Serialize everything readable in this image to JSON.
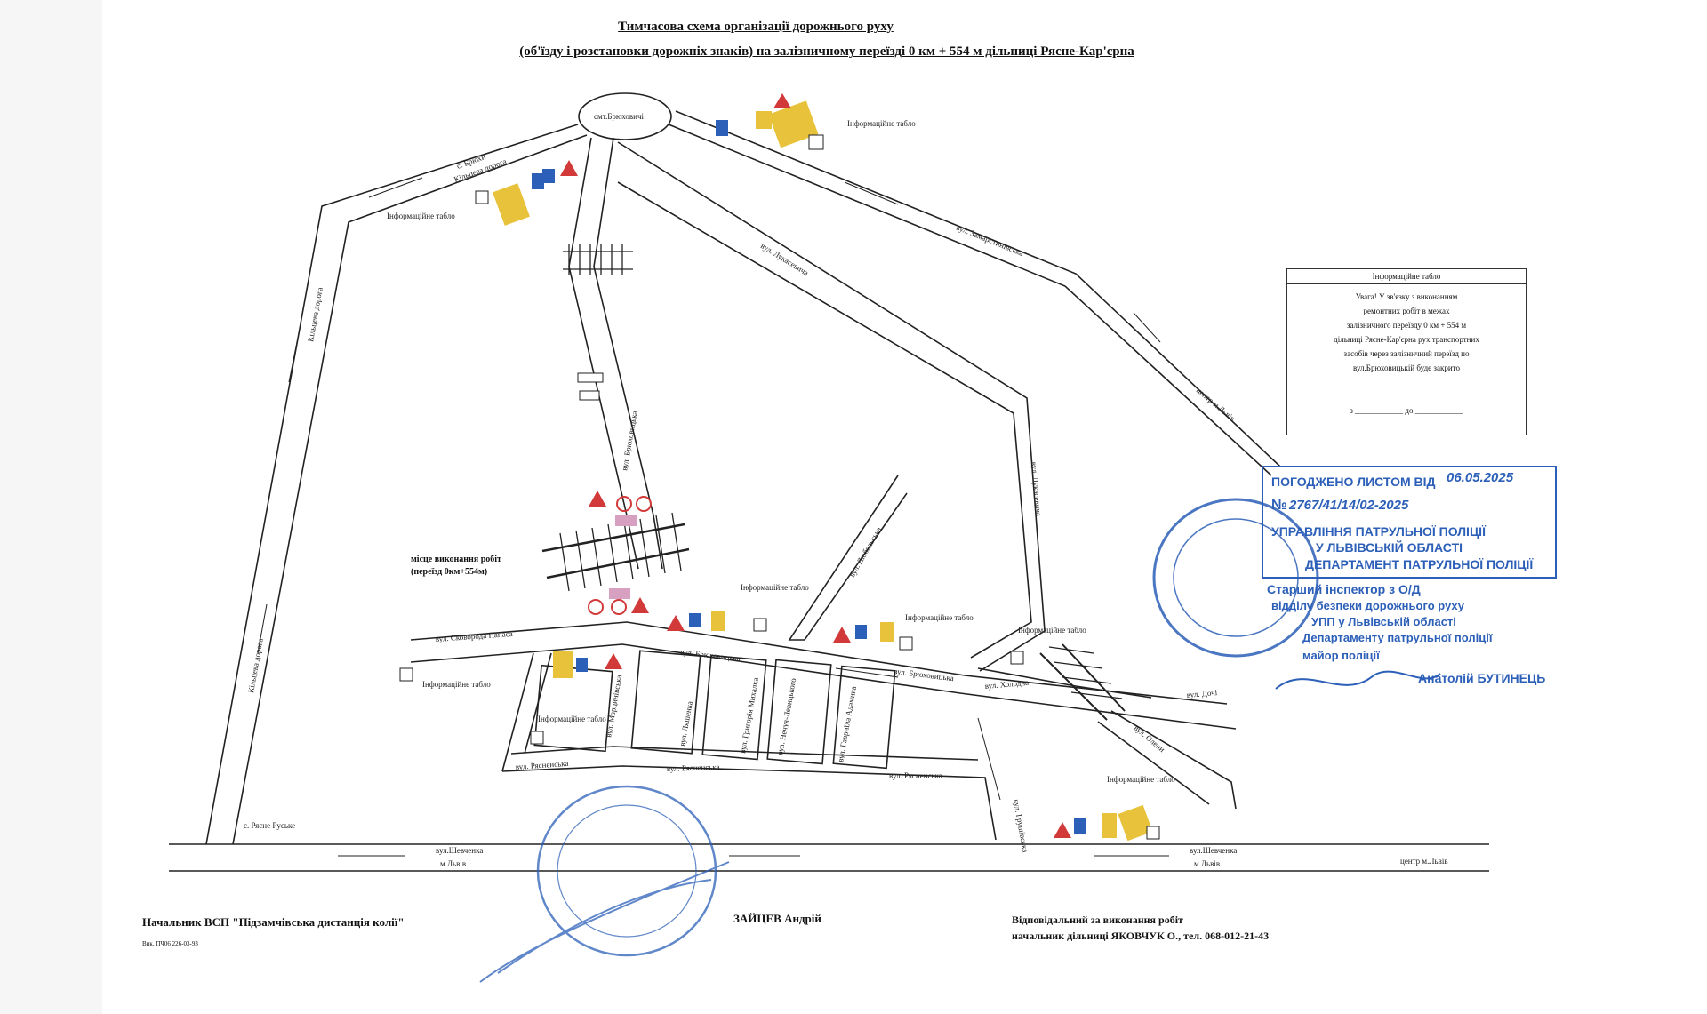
{
  "title": {
    "line1": "Тимчасова схема організації дорожнього руху",
    "line2": "(об'їзду і розстановки дорожніх знаків) на залізничному переїзді 0 км + 554 м дільниці Рясне-Кар'єрна"
  },
  "places": {
    "smt": "смт.Брюховичі",
    "village": "с. Рясне Руське",
    "center_lviv": "центр м.Львів",
    "workplace": "місце виконання робіт",
    "workplace_sub": "(переїзд 0км+554м)",
    "info_board": "Інформаційне табло"
  },
  "streets": {
    "kilceva_a": "Кільцева дорога",
    "kilceva_b": "Кільцева дорога",
    "kilceva_c": "Кільцева дорога",
    "krasne": "с. Брюхи",
    "zamarstynivska": "вул. Замарстинівська",
    "lukasevycha": "вул. Лукасевича",
    "briukhovytska_v": "вул. Брюховицька",
    "lukasevycha_2": "вул. Лукасевича",
    "liubelska": "вул. Любельська",
    "skovoroda": "вул. Сковорода Панаса",
    "briukh_h1": "вул. Брюховицька",
    "briukh_h2": "вул. Брюховицька",
    "kholodna": "вул. Холодна",
    "dochi": "вул. Дочі",
    "marynovska": "вул. Марцинівська",
    "lyashenka": "вул. Ляшенка",
    "hrytsaia": "вул. Григорія Михалка",
    "nechuia": "вул. Нечуя-Левицького",
    "hladkoho": "вул. Гавриїла Адамика",
    "riasnenska_1": "вул. Рясненська",
    "riasnenska_2": "вул. Рясненська",
    "riasnenska_3": "вул. Рясненська",
    "hrushivska": "вул. Грушівська",
    "oleny": "вул. Олени",
    "shevchenka_1": "вул.Шевченка",
    "shevchenka_1b": "м.Львів",
    "shevchenka_2": "вул.Шевченка",
    "shevchenka_2b": "м.Львів"
  },
  "info_box": {
    "title": "Інформаційне табло",
    "text": [
      "Увага! У зв'язку з виконанням",
      "ремонтних робіт в межах",
      "залізничного переїзду 0 км + 554 м",
      "дільниці Рясне-Кар'єрна рух транспортних",
      "засобів через залізничний переїзд по",
      "вул.Брюховицькій буде закрито"
    ],
    "from": "з",
    "to": "до"
  },
  "stamp_police": {
    "agreed": "ПОГОДЖЕНО ЛИСТОМ ВІД",
    "agreed_date": "06.05.2025",
    "number_prefix": "№",
    "number": "2767/41/14/02-2025",
    "dept1": "УПРАВЛІННЯ ПАТРУЛЬНОЇ ПОЛІЦІЇ",
    "dept2": "У ЛЬВІВСЬКІЙ ОБЛАСТІ",
    "dept3": "ДЕПАРТАМЕНТ ПАТРУЛЬНОЇ ПОЛІЦІЇ",
    "role1": "Старший інспектор з О/Д",
    "role2": "відділу безпеки дорожнього руху",
    "role3": "УПП у Львівській області",
    "role4": "Департаменту патрульної поліції",
    "rank": "майор поліції",
    "name": "Анатолій БУТИНЕЦЬ"
  },
  "footer": {
    "left_title": "Начальник ВСП \"Підзамчівська дистанція колії\"",
    "left_small": "Вик. ПЧ06 226-03-93",
    "left_name": "ЗАЙЦЕВ Андрій",
    "right_line1": "Відповідальний за виконання робіт",
    "right_line2": "начальник дільниці ЯКОВЧУК О., тел. 068-012-21-43"
  },
  "colors": {
    "stamp_blue": "#2c5fb8",
    "sign_yellow": "#e8c23a",
    "sign_red": "#d23a3a",
    "road": "#222222"
  }
}
